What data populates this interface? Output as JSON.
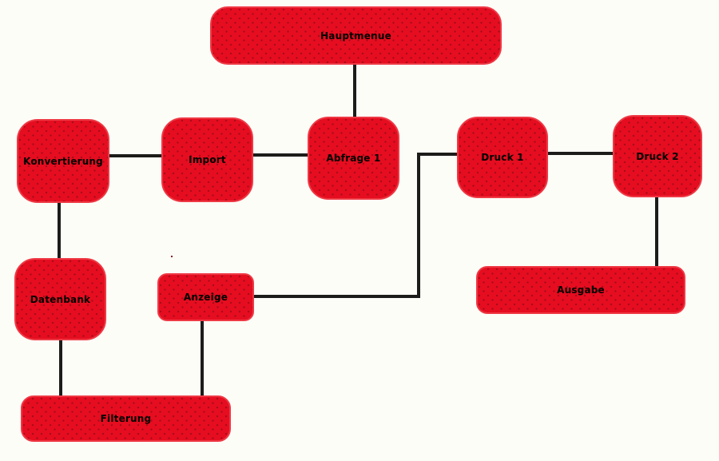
{
  "diagram": {
    "type": "flowchart",
    "colors": {
      "background": "#fdfdf7",
      "node_fill": "#e60d20",
      "node_dot": "#a50d1a",
      "node_border": "#ee3945",
      "edge": "#1c1c1a",
      "text": "#000000"
    }
  },
  "nodes": {
    "hauptmenue": {
      "label": "Hauptmenue"
    },
    "konvertierung": {
      "label": "Konvertierung"
    },
    "import": {
      "label": "Import"
    },
    "abfrage1": {
      "label": "Abfrage 1"
    },
    "druck1": {
      "label": "Druck 1"
    },
    "druck2": {
      "label": "Druck 2"
    },
    "datenbank": {
      "label": "Datenbank"
    },
    "anzeige": {
      "label": "Anzeige"
    },
    "ausgabe": {
      "label": "Ausgabe"
    },
    "filterung": {
      "label": "Filterung"
    }
  },
  "edges": [
    {
      "from": "hauptmenue",
      "to": "abfrage1"
    },
    {
      "from": "konvertierung",
      "to": "import"
    },
    {
      "from": "import",
      "to": "abfrage1"
    },
    {
      "from": "druck1",
      "to": "anzeige"
    },
    {
      "from": "druck1",
      "to": "druck2"
    },
    {
      "from": "druck2",
      "to": "ausgabe"
    },
    {
      "from": "konvertierung",
      "to": "datenbank"
    },
    {
      "from": "datenbank",
      "to": "filterung"
    },
    {
      "from": "anzeige",
      "to": "filterung"
    }
  ]
}
